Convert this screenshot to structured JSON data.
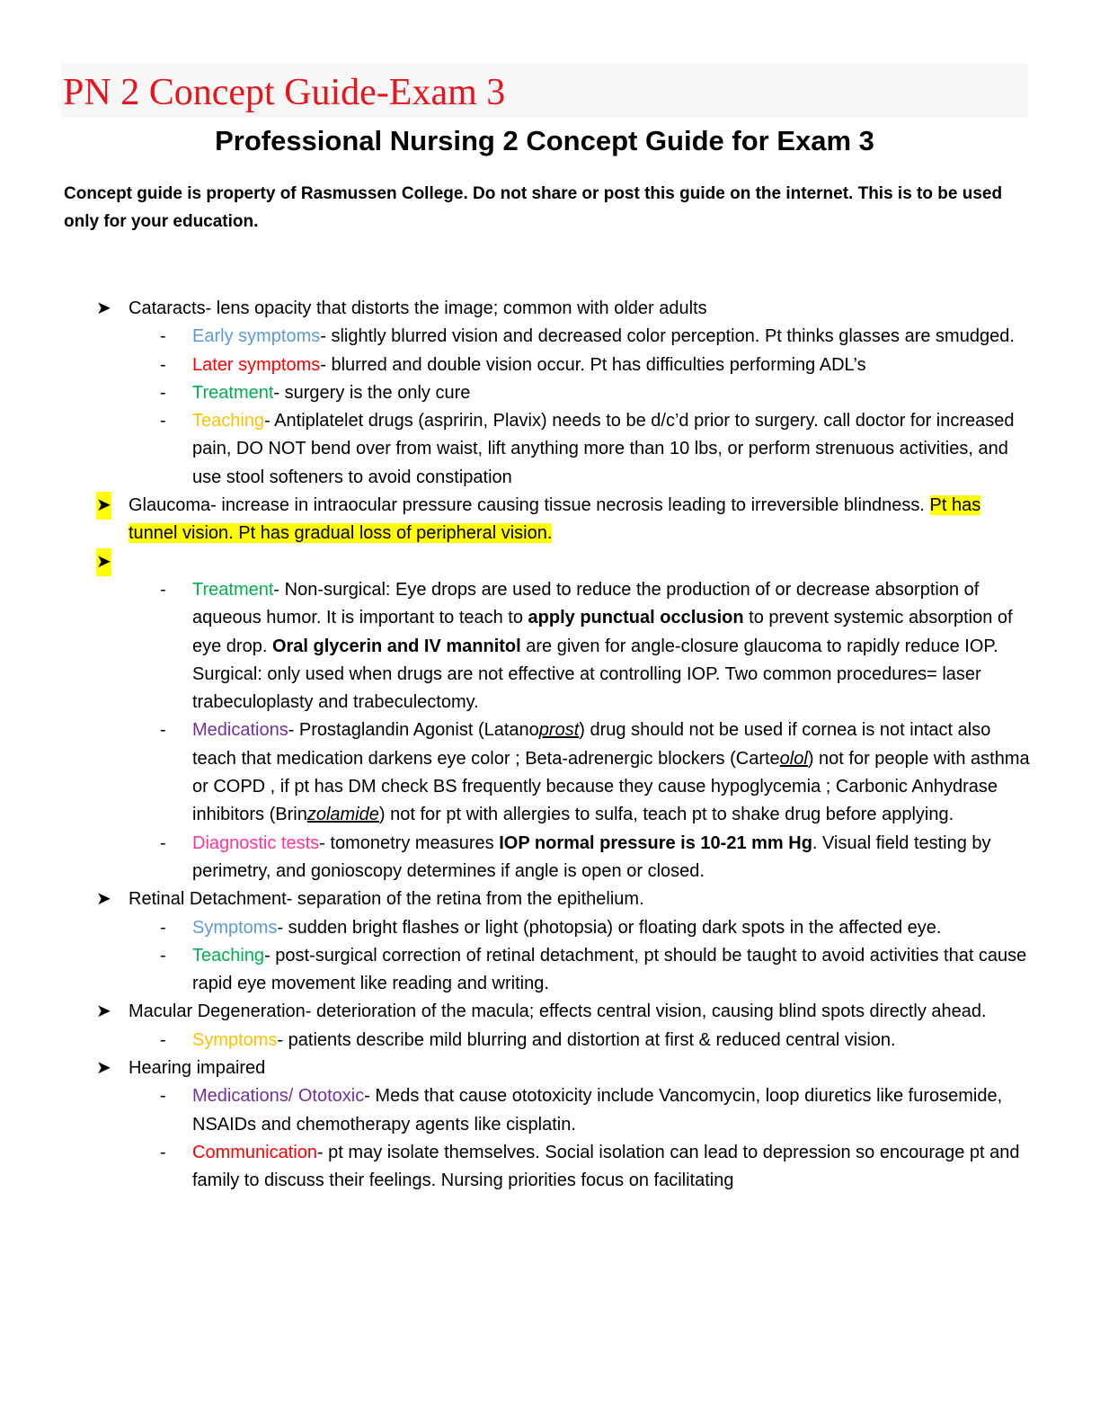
{
  "header": "PN 2 Concept Guide-Exam 3",
  "title": "Professional Nursing 2 Concept Guide for Exam 3",
  "notice": "Concept guide is property of Rasmussen College. Do not share or post this guide on the internet.  This is to be used only for your education.",
  "colors": {
    "header": "#e8141b",
    "blue": "#5b9bd5",
    "red": "#ff0000",
    "green": "#00b050",
    "gold": "#ffc000",
    "purple": "#7030a0",
    "pink": "#ff3399",
    "highlight": "#ffff00"
  },
  "bullet_icon": "arrow-bullet-icon",
  "cataracts": {
    "title": "Cataracts- lens opacity that distorts the image; common with older adults",
    "early": {
      "label": "Early symptoms",
      "text": "- slightly blurred vision and decreased color perception. Pt thinks glasses are smudged."
    },
    "later": {
      "label": "Later symptoms",
      "text": "- blurred and double vision occur. Pt has difficulties performing ADL’s"
    },
    "treatment": {
      "label": "Treatment",
      "text": "- surgery is the only cure"
    },
    "teaching": {
      "label": "Teaching",
      "text": "- Antiplatelet drugs (aspririn, Plavix) needs to be d/c’d prior to surgery. call doctor for increased pain, DO NOT bend over from waist, lift anything more than 10 lbs, or perform strenuous activities, and use stool softeners to avoid constipation"
    }
  },
  "glaucoma": {
    "title": "Glaucoma- increase in intraocular pressure causing tissue necrosis leading to irreversible blindness. ",
    "title_hl": "Pt has tunnel vision. Pt has gradual loss of peripheral vision.",
    "treatment": {
      "label": "Treatment",
      "t1": "- Non-surgical: Eye drops are used to reduce the production of or decrease absorption of aqueous humor. It is important to teach to ",
      "b1": "apply punctual occlusion",
      "t2": " to prevent systemic absorption of eye drop. ",
      "b2": "Oral glycerin and IV mannitol",
      "t3": " are given for angle-closure glaucoma to rapidly reduce IOP.",
      "surgical": "Surgical: only used when drugs are not effective at controlling IOP. Two common procedures= laser trabeculoplasty and trabeculectomy."
    },
    "medications": {
      "label": "Medications",
      "t1": "- Prostaglandin Agonist (Latano",
      "e1": "prost",
      "t2": ") drug should not be used if cornea is not intact also teach that medication darkens eye color ; Beta-adrenergic blockers (Carte",
      "e2": "olol",
      "t3": ") not for people with asthma or COPD , if pt has DM check BS frequently because they cause hypoglycemia ; Carbonic Anhydrase inhibitors (Brin",
      "e3": "zolamide",
      "t4": ") not for pt with allergies to sulfa, teach pt to shake drug before applying."
    },
    "diagnostic": {
      "label": "Diagnostic tests",
      "t1": "- tomonetry measures ",
      "b1": "IOP normal pressure is 10-21 mm Hg",
      "t2": ". Visual field testing by perimetry, and gonioscopy determines if angle is open or closed."
    }
  },
  "retinal": {
    "title": "Retinal Detachment- separation of the retina from the epithelium.",
    "symptoms": {
      "label": "Symptoms",
      "text": "- sudden bright flashes or light (photopsia) or floating dark spots in the affected eye."
    },
    "teaching": {
      "label": "Teaching",
      "text": "- post-surgical correction of retinal detachment, pt should be taught to avoid activities that cause rapid eye movement like reading and writing."
    }
  },
  "macular": {
    "title": "Macular Degeneration- deterioration of the macula; effects central vision, causing blind spots directly ahead.",
    "symptoms": {
      "label": "Symptoms",
      "text": "- patients describe mild blurring and distortion at first & reduced central vision."
    }
  },
  "hearing": {
    "title": "Hearing impaired",
    "medications": {
      "label": "Medications/ Ototoxic",
      "text": "- Meds that cause ototoxicity include Vancomycin, loop diuretics like furosemide, NSAIDs and chemotherapy agents like cisplatin."
    },
    "communication": {
      "label": "Communication",
      "text": "- pt may isolate themselves. Social isolation can lead to depression so encourage pt and family to discuss their feelings. Nursing priorities focus on facilitating"
    }
  }
}
